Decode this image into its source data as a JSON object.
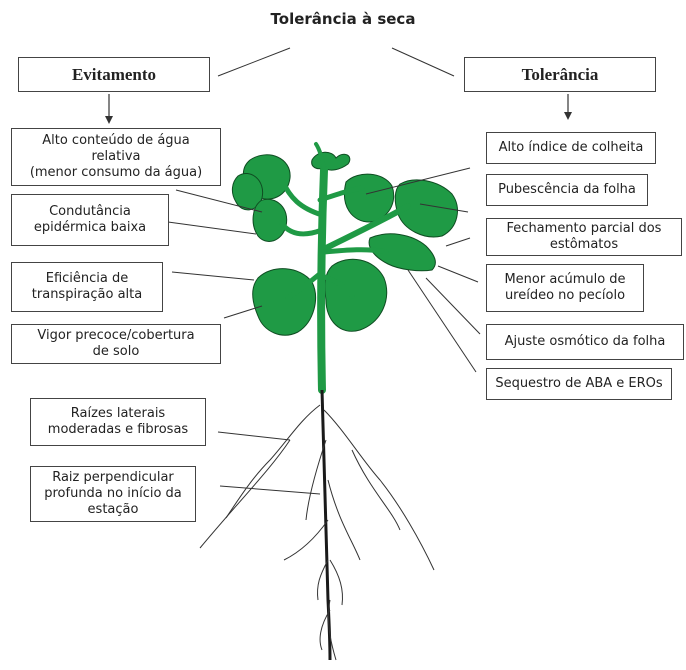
{
  "title": "Tolerância à seca",
  "headers": {
    "left": "Evitamento",
    "right": "Tolerância"
  },
  "avoidance": [
    "Alto conteúdo de água\nrelativa\n(menor consumo da água)",
    "Condutância\nepidérmica baixa",
    "Eficiência de\ntranspiração alta",
    "Vigor precoce/cobertura\nde solo",
    "Raízes laterais\nmoderadas e fibrosas",
    "Raiz perpendicular\nprofunda no início da\nestação"
  ],
  "tolerance": [
    "Alto índice de colheita",
    "Pubescência da folha",
    "Fechamento parcial dos\nestômatos",
    "Menor acúmulo de\nureídeo no pecíolo",
    "Ajuste osmótico da folha",
    "Sequestro de ABA e EROs"
  ],
  "colors": {
    "leaf": "#1f9a45",
    "stem": "#1a1a1a",
    "border": "#444444"
  }
}
